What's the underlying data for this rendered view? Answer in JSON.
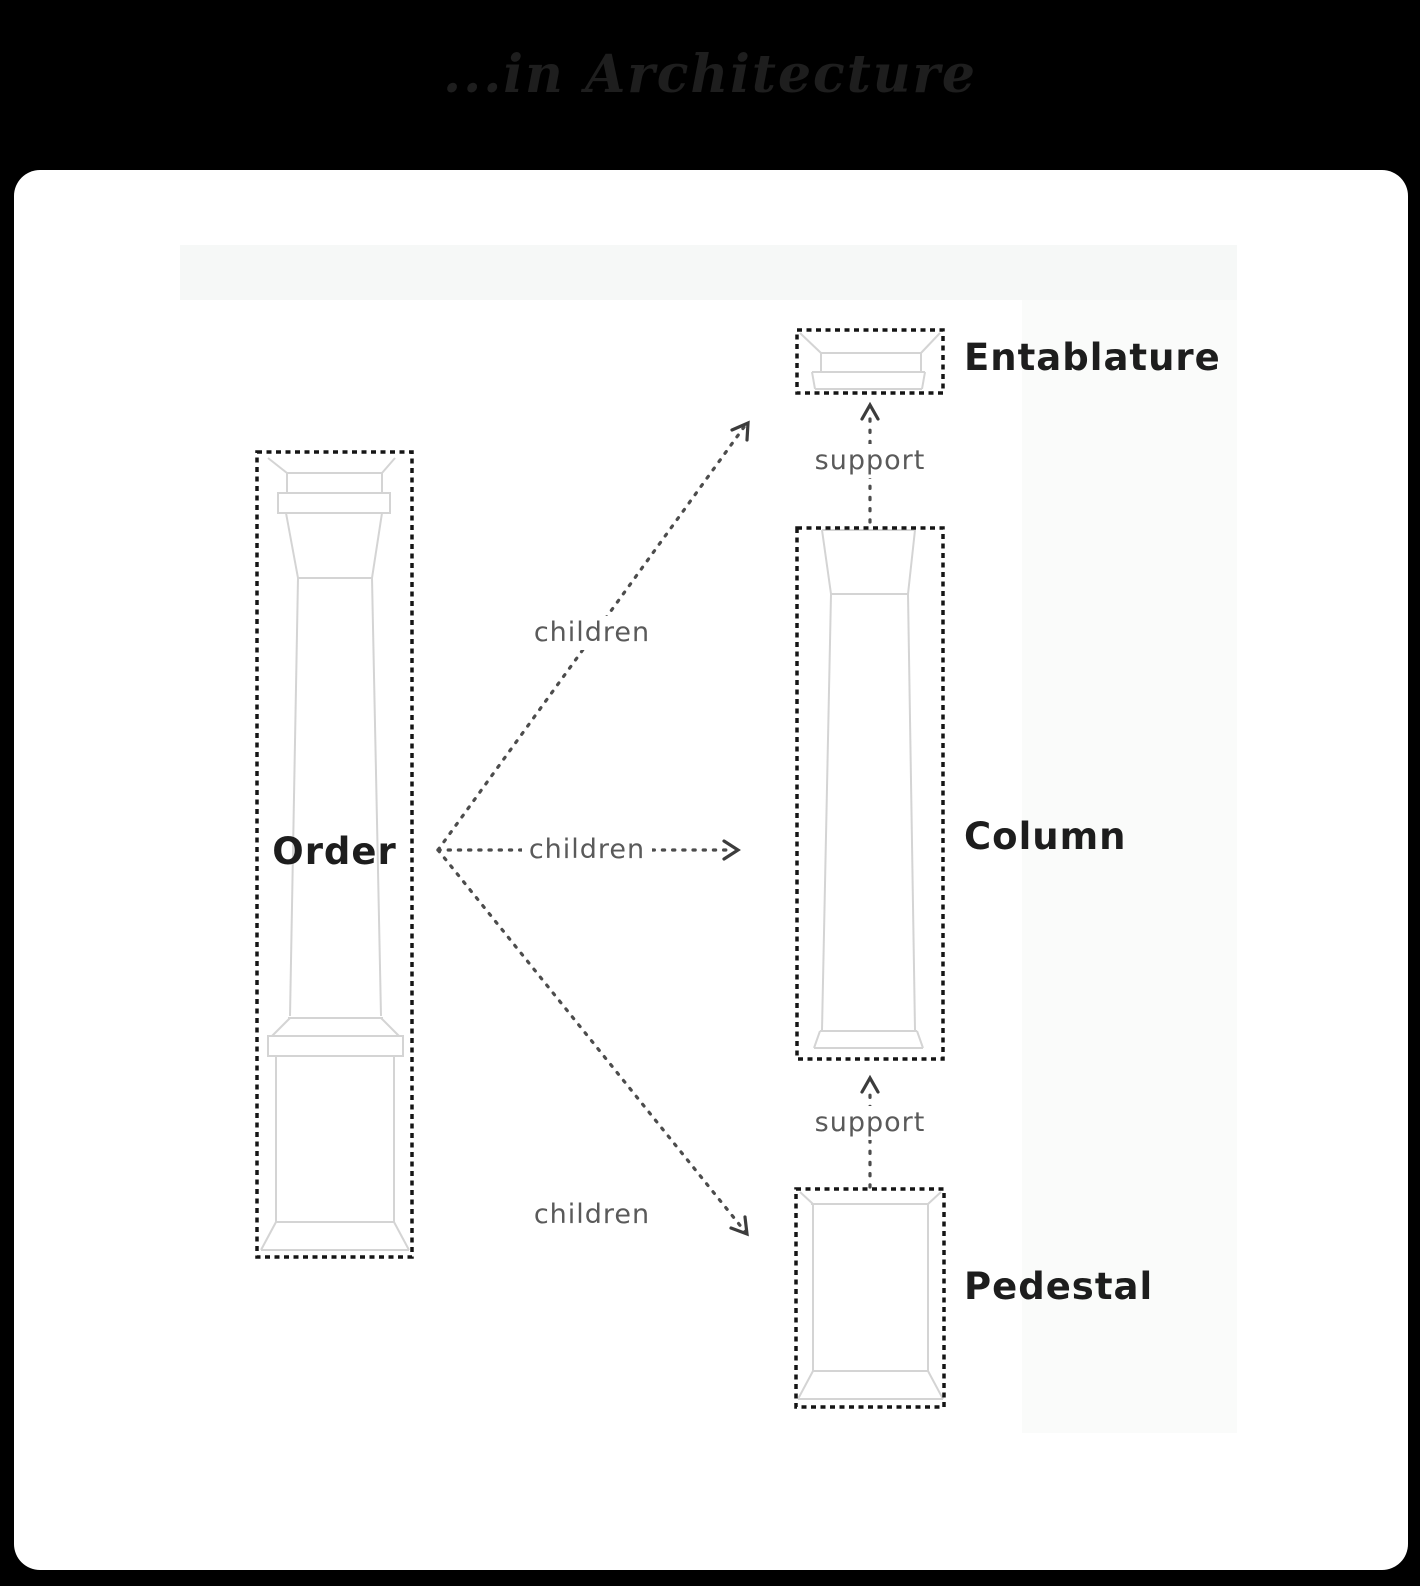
{
  "page": {
    "title": "...in Architecture",
    "background_color": "#000000",
    "card_color": "#ffffff"
  },
  "diagram": {
    "nodes": [
      {
        "id": "order",
        "label": "Order"
      },
      {
        "id": "entablature",
        "label": "Entablature"
      },
      {
        "id": "column",
        "label": "Column"
      },
      {
        "id": "pedestal",
        "label": "Pedestal"
      }
    ],
    "edges": [
      {
        "from": "order",
        "to": "entablature",
        "label": "children"
      },
      {
        "from": "order",
        "to": "column",
        "label": "children"
      },
      {
        "from": "order",
        "to": "pedestal",
        "label": "children"
      },
      {
        "from": "column",
        "to": "entablature",
        "label": "support"
      },
      {
        "from": "pedestal",
        "to": "column",
        "label": "support"
      }
    ],
    "colors": {
      "box_border": "#151515",
      "arrow": "#4c4c4c",
      "edge_label_text": "#5a5a5a",
      "node_label_text": "#1d1d1d",
      "drawing_line": "#d4d4d4",
      "faint_band": "#f6f8f7"
    }
  }
}
